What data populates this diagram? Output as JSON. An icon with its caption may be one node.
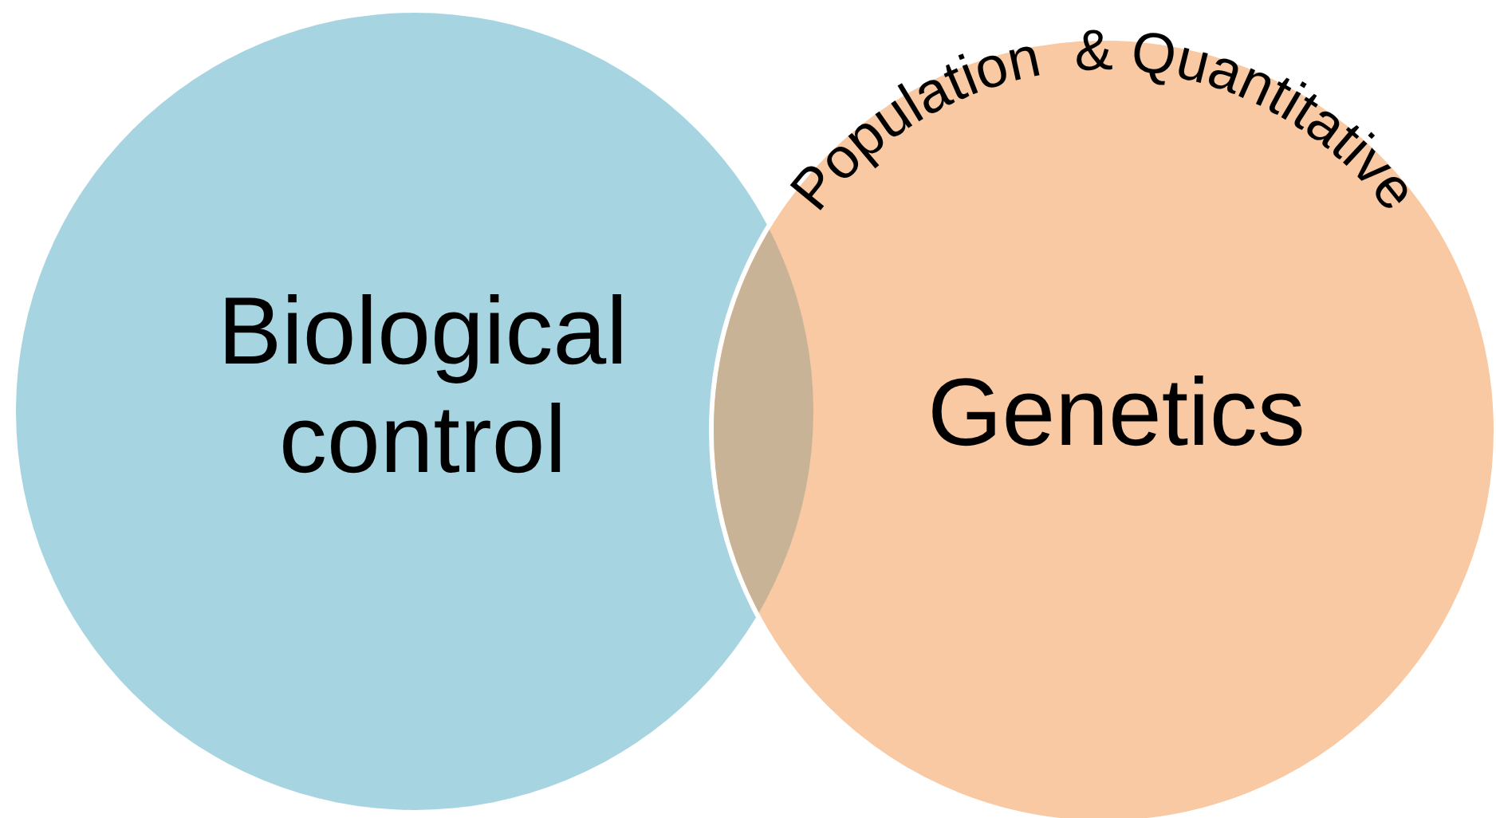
{
  "diagram": {
    "nodes": [
      {
        "text": [
          "Biological control"
        ]
      },
      {
        "text": [
          "Population  & Quantitative",
          "Genetics"
        ]
      }
    ]
  }
}
